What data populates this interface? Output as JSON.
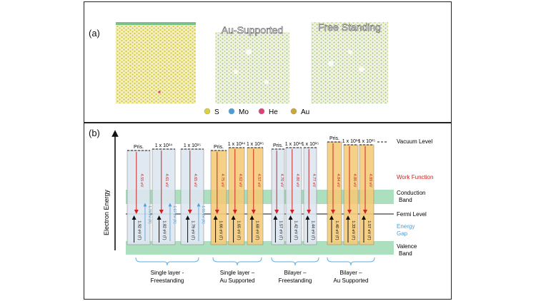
{
  "panel_a": {
    "label": "(a)",
    "images": [
      {
        "title": "",
        "kind": "pristine-sheet"
      },
      {
        "title": "Au-Supported",
        "kind": "au-supported-sheet"
      },
      {
        "title": "Free Standing",
        "kind": "free-standing-sheet"
      }
    ],
    "legend": [
      {
        "label": "S",
        "color": "#d9d23a"
      },
      {
        "label": "Mo",
        "color": "#4a9fd8"
      },
      {
        "label": "He",
        "color": "#e0407a"
      },
      {
        "label": "Au",
        "color": "#c8a83a"
      }
    ]
  },
  "panel_b": {
    "label": "(b)",
    "y_axis_label": "Electron Energy",
    "right_labels": {
      "vacuum": "Vacuum Level",
      "work_function": "Work Function",
      "conduction_1": "Conduction",
      "conduction_2": "Band",
      "fermi": "Fermi Level",
      "gap_1": "Energy",
      "gap_2": "Gap",
      "valence_1": "Valence",
      "valence_2": "Band"
    },
    "groups": [
      {
        "line1": "Single layer -",
        "line2": "Freestanding"
      },
      {
        "line1": "Single layer –",
        "line2": "Au Supported"
      },
      {
        "line1": "Bilayer –",
        "line2": "Freestanding"
      },
      {
        "line1": "Bilayer –",
        "line2": "Au Supported"
      }
    ],
    "columns": [
      {
        "header": "Pris.",
        "wf": "4.55 eV",
        "gap": "1.92 eV (Γ)",
        "gap_k": "1.78 eV (K)",
        "fill": "#dde6f0"
      },
      {
        "header": "1 x 10¹⁴",
        "wf": "4.61 eV",
        "gap": "1.82 eV (Γ)",
        "gap_k": "1.67 eV (K)",
        "fill": "#dde6f0"
      },
      {
        "header": "1 x 10¹⁵",
        "wf": "4.65 eV",
        "gap": "1.79 eV (Γ)",
        "gap_k": "1.55 eV (K)",
        "fill": "#dde6f0"
      },
      {
        "header": "Pris.",
        "wf": "4.75 eV",
        "gap": "1.66 eV (Γ)",
        "gap_k": "",
        "fill": "#f4cc7a"
      },
      {
        "header": "1 x 10¹⁴",
        "wf": "4.62 eV",
        "gap": "1.65 eV (Γ)",
        "gap_k": "",
        "fill": "#f4cc7a"
      },
      {
        "header": "1 x 10¹⁵",
        "wf": "4.57 eV",
        "gap": "1.68 eV (Γ)",
        "gap_k": "",
        "fill": "#f4cc7a"
      },
      {
        "header": "Pris.",
        "wf": "4.70 eV",
        "gap": "1.57 eV (Γ)",
        "gap_k": "",
        "fill": "#dde6f0"
      },
      {
        "header": "1 x 10¹⁴",
        "wf": "4.80 eV",
        "gap": "1.42 eV (Γ)",
        "gap_k": "",
        "fill": "#dde6f0"
      },
      {
        "header": "1 x 10¹⁵",
        "wf": "4.77 eV",
        "gap": "1.44 eV (Γ)",
        "gap_k": "",
        "fill": "#dde6f0"
      },
      {
        "header": "Pris.",
        "wf": "4.84 eV",
        "gap": "1.40 eV (Γ)",
        "gap_k": "",
        "fill": "#f4cc7a"
      },
      {
        "header": "1 x 10¹⁴",
        "wf": "4.86 eV",
        "gap": "1.33 eV (Γ)",
        "gap_k": "",
        "fill": "#f4cc7a"
      },
      {
        "header": "1 x 10¹⁵",
        "wf": "4.89 eV",
        "gap": "1.57 eV (Γ)",
        "gap_k": "",
        "fill": "#f4cc7a"
      }
    ],
    "colors": {
      "work_function": "#cc2222",
      "gap_k": "#4a9fd8",
      "band": "#8fd4a8"
    }
  }
}
